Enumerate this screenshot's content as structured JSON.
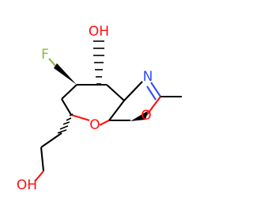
{
  "molecule": {
    "atoms": {
      "hydroxyl_top": {
        "text": "OH",
        "color": "#ff0d0d"
      },
      "fluorine": {
        "text": "F",
        "color": "#8fb83a"
      },
      "nitrogen": {
        "text": "N",
        "color": "#3050f8"
      },
      "ring_oxygen": {
        "text": "O",
        "color": "#ff0d0d"
      },
      "oxazole_oxygen": {
        "text": "O",
        "color": "#ff0d0d"
      },
      "hydroxyl_bottom": {
        "text": "OH",
        "color": "#ff0d0d"
      }
    }
  }
}
